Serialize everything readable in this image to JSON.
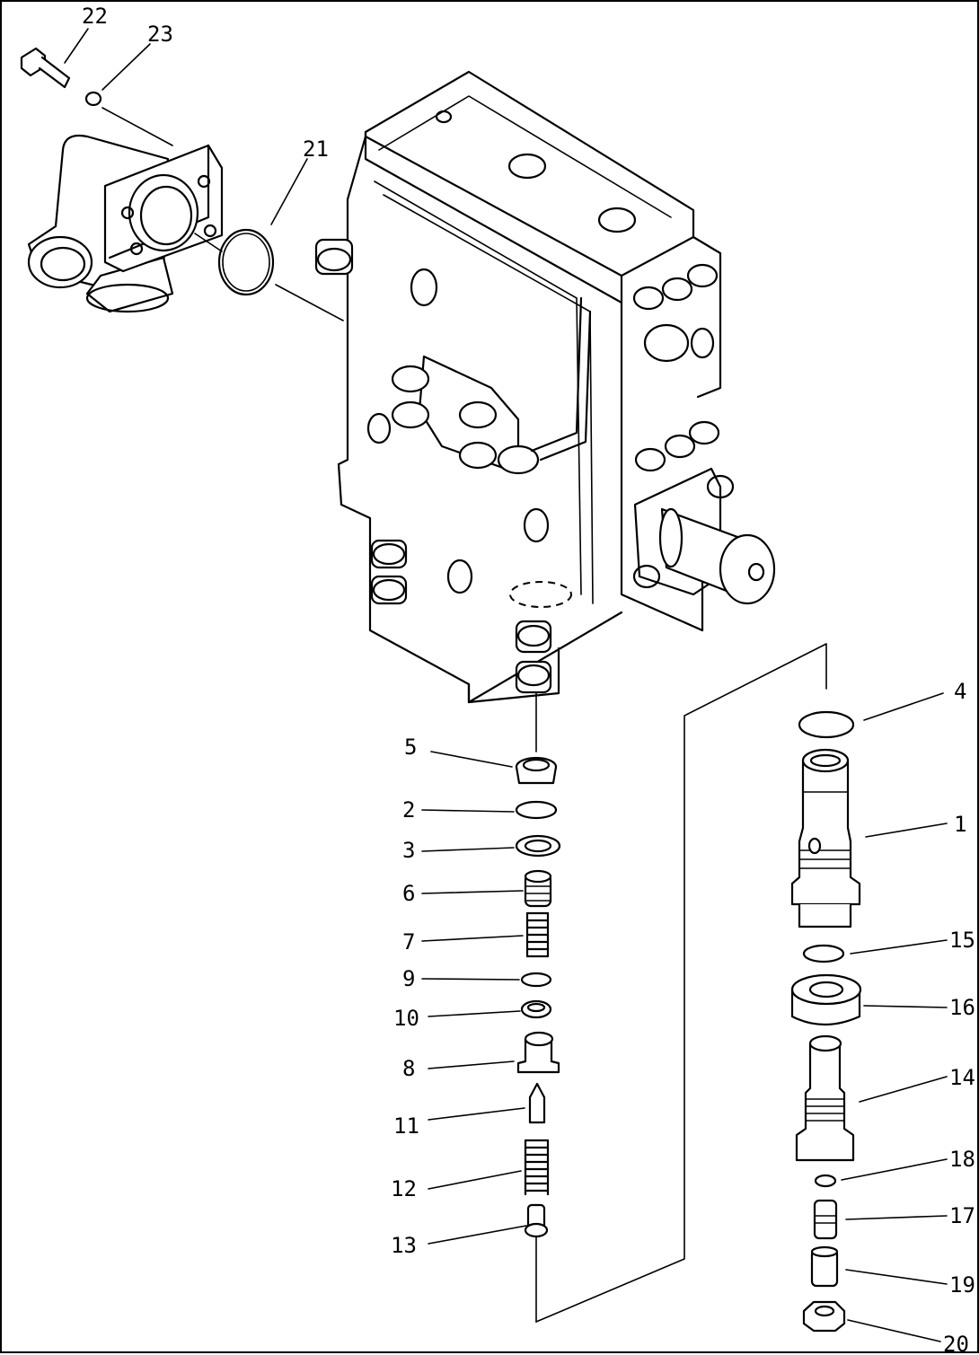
{
  "diagram": {
    "callouts": [
      {
        "id": "c22",
        "text": "22"
      },
      {
        "id": "c23",
        "text": "23"
      },
      {
        "id": "c21",
        "text": "21"
      },
      {
        "id": "c4",
        "text": "4"
      },
      {
        "id": "c5",
        "text": "5"
      },
      {
        "id": "c2",
        "text": "2"
      },
      {
        "id": "c3",
        "text": "3"
      },
      {
        "id": "c6",
        "text": "6"
      },
      {
        "id": "c7",
        "text": "7"
      },
      {
        "id": "c9",
        "text": "9"
      },
      {
        "id": "c10",
        "text": "10"
      },
      {
        "id": "c8",
        "text": "8"
      },
      {
        "id": "c11",
        "text": "11"
      },
      {
        "id": "c12",
        "text": "12"
      },
      {
        "id": "c13",
        "text": "13"
      },
      {
        "id": "c1",
        "text": "1"
      },
      {
        "id": "c15",
        "text": "15"
      },
      {
        "id": "c16",
        "text": "16"
      },
      {
        "id": "c14",
        "text": "14"
      },
      {
        "id": "c18",
        "text": "18"
      },
      {
        "id": "c17",
        "text": "17"
      },
      {
        "id": "c19",
        "text": "19"
      },
      {
        "id": "c20",
        "text": "20"
      }
    ]
  }
}
